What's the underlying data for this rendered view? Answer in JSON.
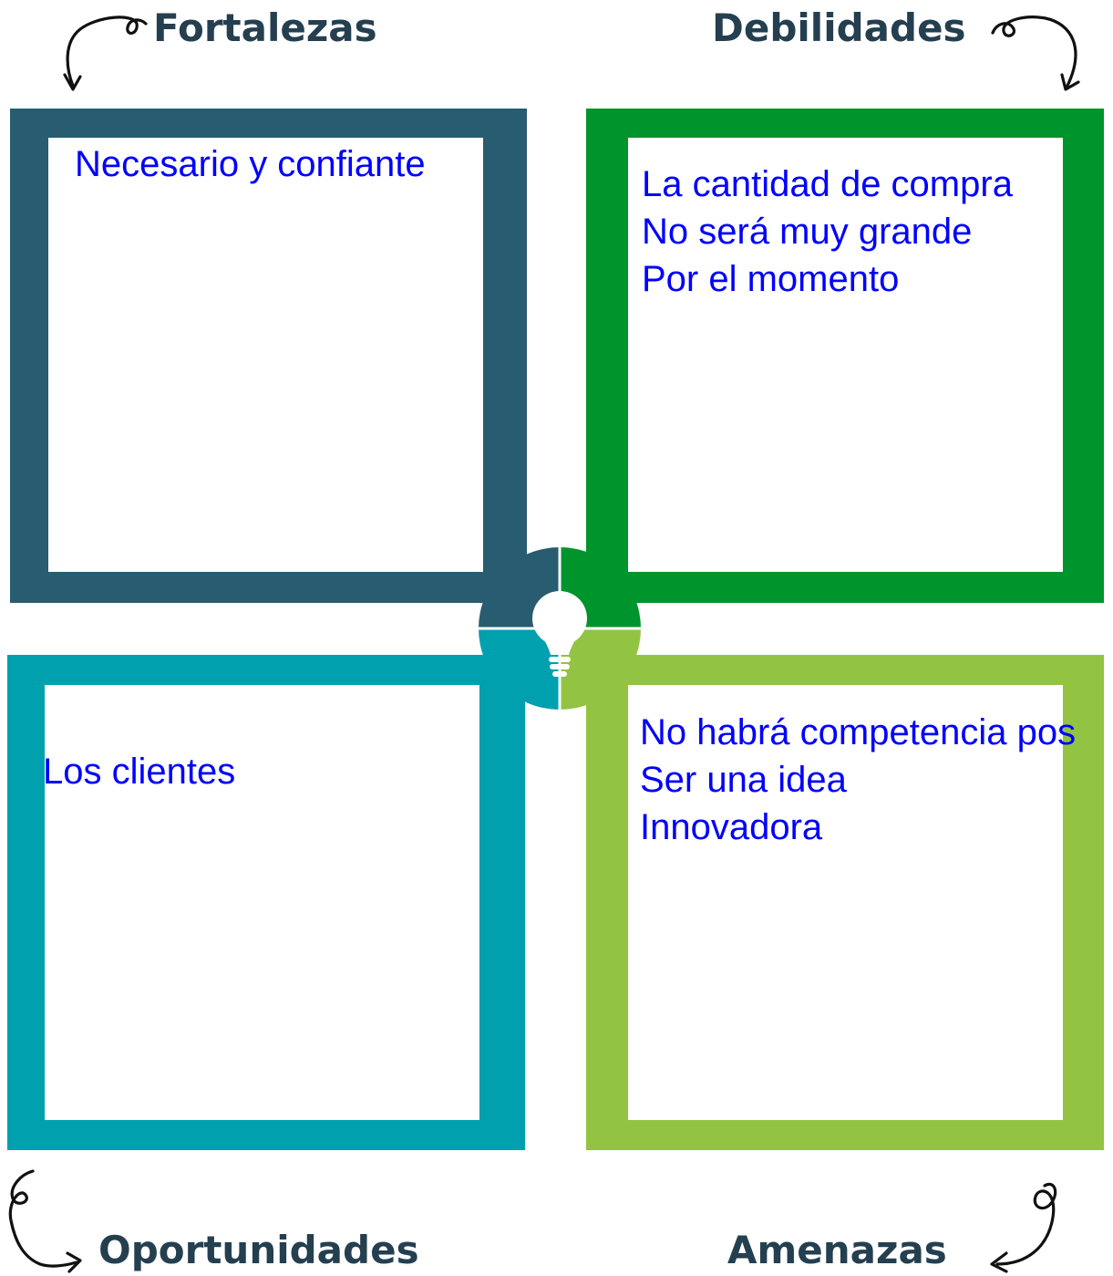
{
  "colors": {
    "text_heading": "#243f50",
    "note_text": "#0000ff",
    "fortalezas": "#285c70",
    "debilidades": "#00942c",
    "oportunidades": "#00a0ae",
    "amenazas": "#92c342",
    "background": "#ffffff"
  },
  "quadrants": {
    "fortalezas": {
      "title": "Fortalezas",
      "note": "Necesario y confiante"
    },
    "debilidades": {
      "title": "Debilidades",
      "note": "La cantidad de compra\nNo será muy grande\nPor el momento"
    },
    "oportunidades": {
      "title": "Oportunidades",
      "note": "Los clientes"
    },
    "amenazas": {
      "title": "Amenazas",
      "note": "No habrá competencia pos\nSer una idea\nInnovadora"
    }
  },
  "icons": {
    "center": "lightbulb-icon",
    "arrows": "curly-arrow-icon"
  }
}
